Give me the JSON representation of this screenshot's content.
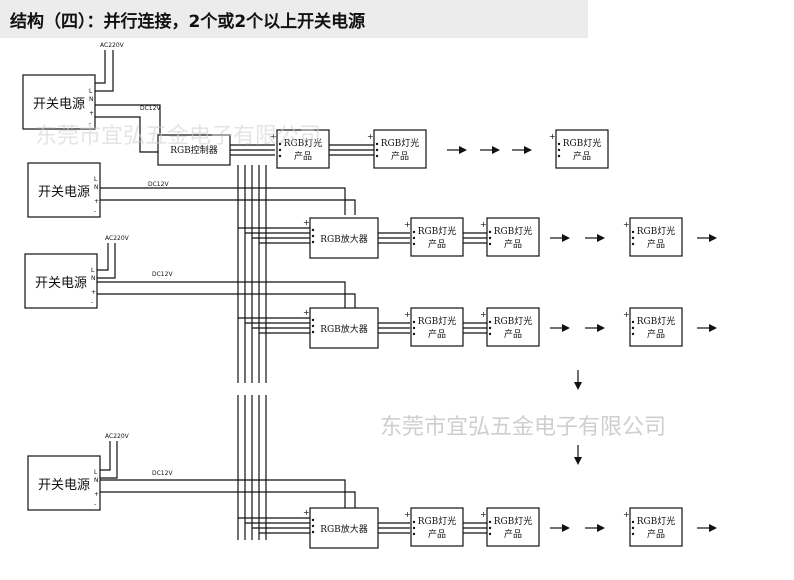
{
  "title": "结构（四）：并行连接，2个或2个以上开关电源",
  "labels": {
    "psu": "开关电源",
    "controller": "RGB控制器",
    "amplifier": "RGB放大器",
    "light_line1": "RGB灯光",
    "light_line2": "产品",
    "light_single": "RGB灯光",
    "ac": "AC220V",
    "dc": "DC12V",
    "l": "L",
    "n": "N",
    "plus": "+",
    "minus": "-"
  },
  "watermark": "东莞市宜弘五金电子有限公司"
}
